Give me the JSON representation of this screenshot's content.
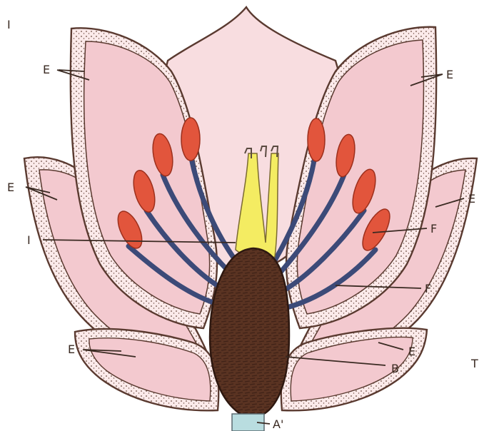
{
  "figure": {
    "corner_mark": "I",
    "labels": {
      "E_upper_left": "E",
      "E_upper_right": "E",
      "E_mid_left": "E",
      "E_mid_right": "E",
      "E_lower_left": "E",
      "E_lower_right": "E",
      "I": "I",
      "F_upper": "F",
      "F_lower": "F",
      "B": "B",
      "A_prime": "A'",
      "right_edge_partial": "T"
    },
    "colors": {
      "petal_fill": "#f3c9cf",
      "petal_inner": "#f8dde0",
      "petal_edge_band": "#fbeaea",
      "anther": "#e2553c",
      "anther_dark": "#c63b26",
      "filament": "#3c4a78",
      "stigma": "#f4ec62",
      "ovary": "#5a3322",
      "ovary_dark": "#3f2217",
      "stalk": "#b9dde0",
      "outline": "#5a3a30"
    }
  }
}
